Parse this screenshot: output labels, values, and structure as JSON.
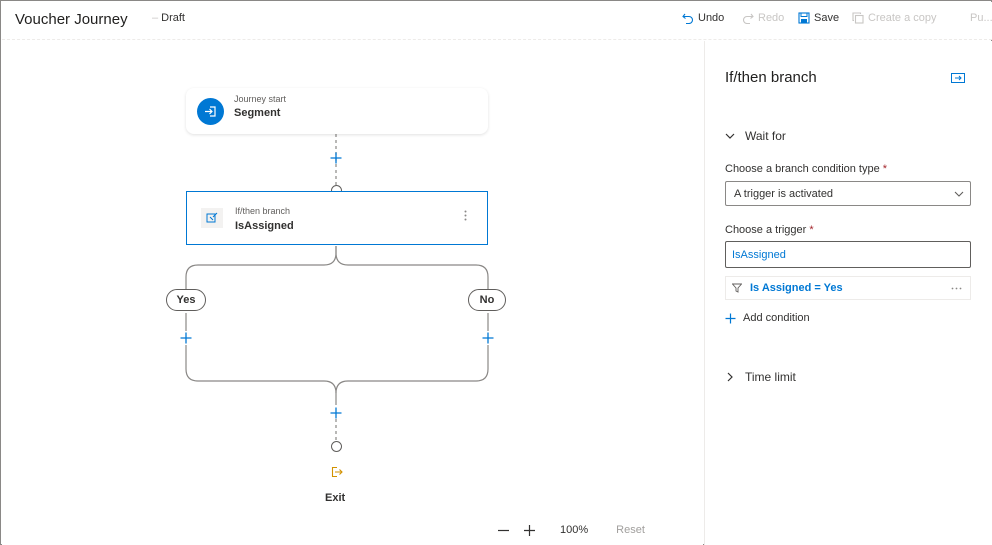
{
  "header": {
    "title": "Voucher Journey",
    "status": "Draft",
    "toolbar": {
      "undo": "Undo",
      "redo": "Redo",
      "save": "Save",
      "copy": "Create a copy",
      "publish": "Pu..."
    }
  },
  "canvas": {
    "start_node": {
      "subtitle": "Journey start",
      "title": "Segment",
      "icon": "enter-icon"
    },
    "branch_node": {
      "subtitle": "If/then branch",
      "title": "IsAssigned",
      "icon": "branch-icon"
    },
    "branches": {
      "yes": "Yes",
      "no": "No"
    },
    "exit_label": "Exit",
    "zoom": {
      "level": "100%",
      "reset": "Reset"
    }
  },
  "panel": {
    "title": "If/then branch",
    "wait_for": "Wait for",
    "condition_type_label": "Choose a branch condition type",
    "condition_type_value": "A trigger is activated",
    "trigger_label": "Choose a trigger",
    "trigger_value": "IsAssigned",
    "condition": "Is Assigned = Yes",
    "add_condition": "Add condition",
    "time_limit": "Time limit",
    "required_mark": "*"
  },
  "colors": {
    "accent": "#0078d4",
    "border": "#8a8886",
    "connector": "#8a8886",
    "exit": "#d29200",
    "required": "#a4262c"
  }
}
